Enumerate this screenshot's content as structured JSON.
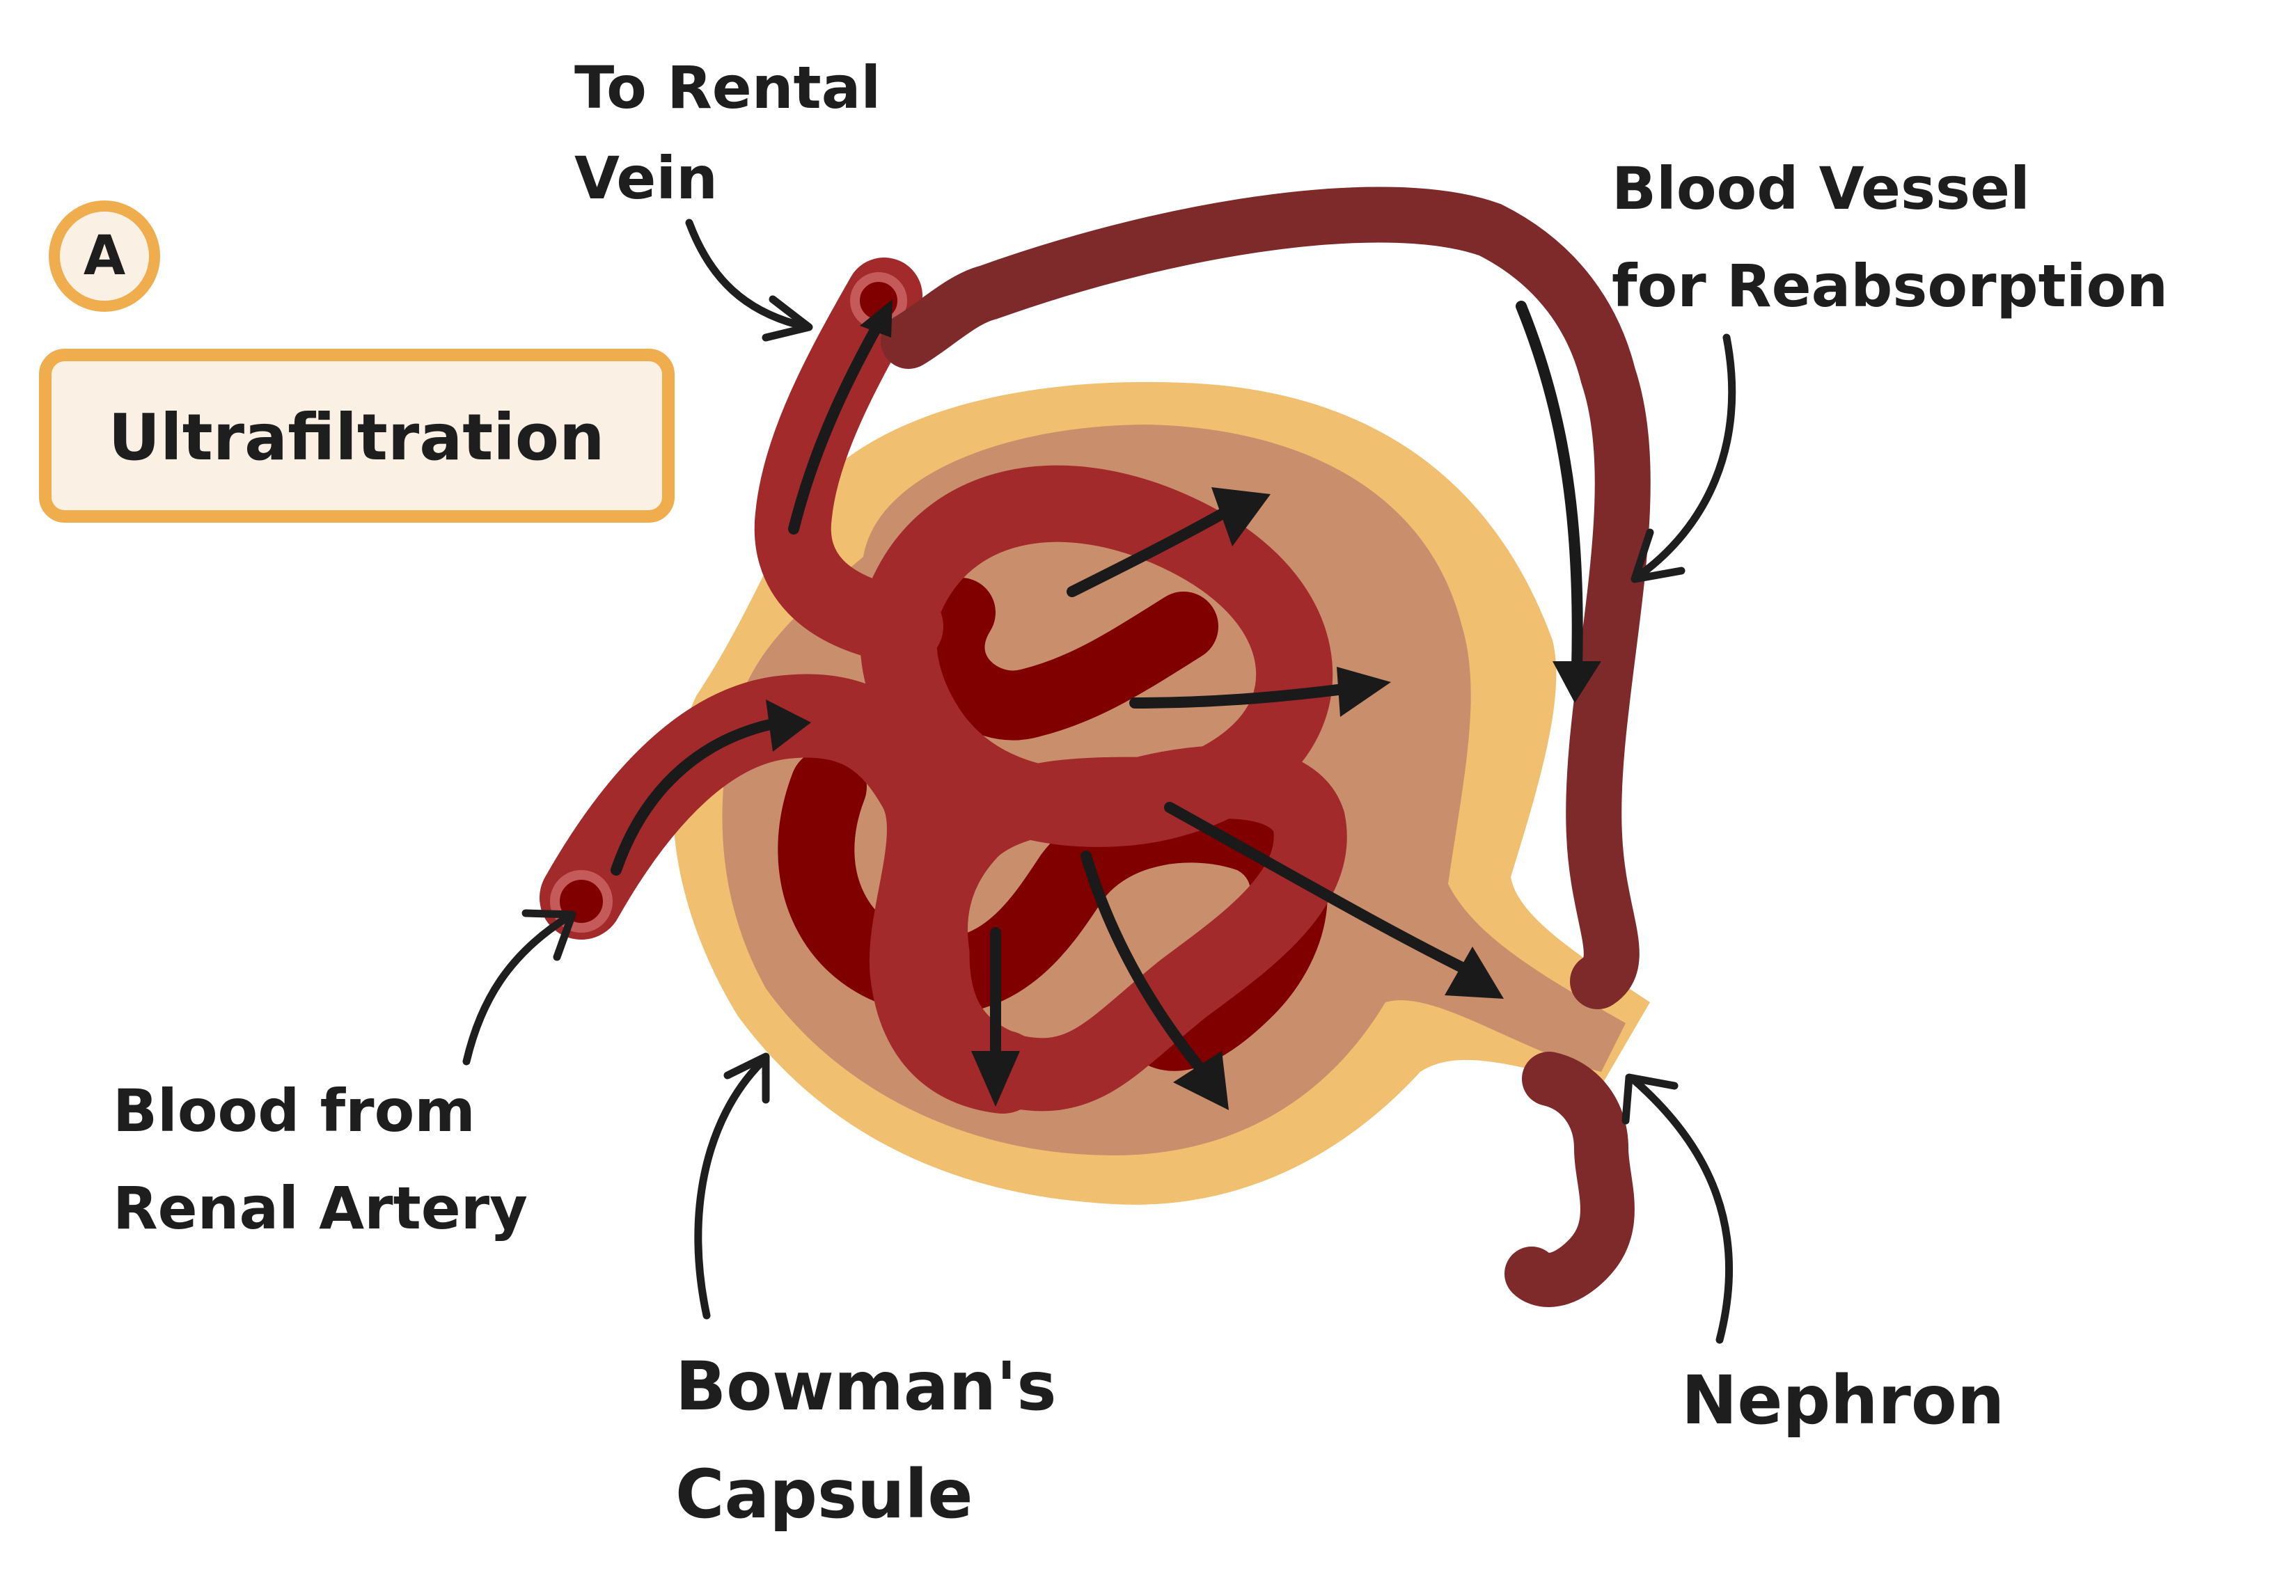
{
  "badge": {
    "letter": "A"
  },
  "title": {
    "text": "Ultrafiltration"
  },
  "labels": {
    "renal_vein_line1": "To Rental",
    "renal_vein_line2": "Vein",
    "reabsorption_line1": "Blood Vessel",
    "reabsorption_line2": "for Reabsorption",
    "artery_line1": "Blood from",
    "artery_line2": "Renal Artery",
    "capsule_line1": "Bowman's",
    "capsule_line2": "Capsule",
    "nephron": "Nephron"
  },
  "colors": {
    "badge_ring": "#f0ad4e",
    "badge_fill": "#fbf0e4",
    "capsule_outer": "#f0c070",
    "capsule_inner": "#c98e6c",
    "vessel_light": "#a32a2a",
    "vessel_dark": "#800000",
    "vessel_reabsorb": "#7e2a2a",
    "ink": "#1e1e1e"
  }
}
